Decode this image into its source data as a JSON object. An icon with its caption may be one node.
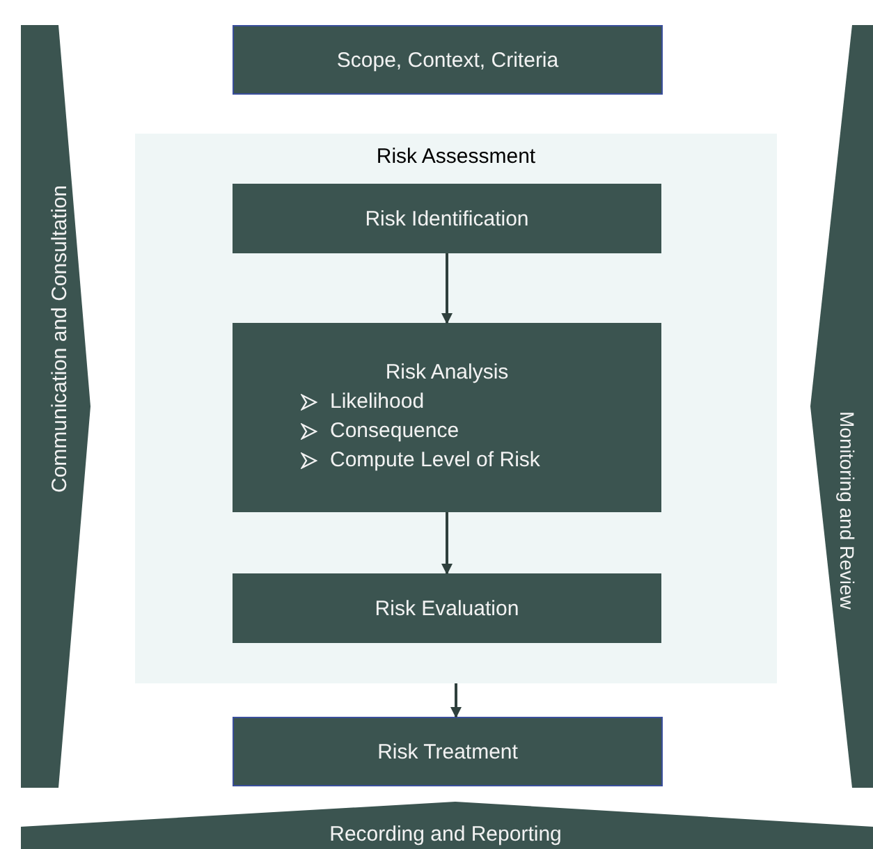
{
  "diagram": {
    "nodes": [
      {
        "text": [
          "Communication and Consultation"
        ]
      },
      {
        "text": [
          "Scope, Context, Criteria"
        ]
      },
      {
        "text": [
          "Risk Assessment"
        ]
      },
      {
        "text": [
          "Risk Identification"
        ],
        "in": 2
      },
      {
        "text": [
          "Risk Analysis",
          "Likelihood",
          "Consequence",
          "Compute Level of Risk"
        ],
        "in": 2
      },
      {
        "text": [
          "Risk Evaluation"
        ],
        "in": 2
      },
      {
        "text": [
          "Risk Treatment"
        ]
      },
      {
        "text": [
          "Monitoring and Review"
        ]
      },
      {
        "text": [
          "Recording and Reporting"
        ]
      }
    ],
    "edges": [
      {
        "from": 3,
        "to": 4,
        "arrow": "to"
      },
      {
        "from": 4,
        "to": 5,
        "arrow": "to"
      },
      {
        "from": 2,
        "to": 6,
        "arrow": "to"
      }
    ]
  }
}
